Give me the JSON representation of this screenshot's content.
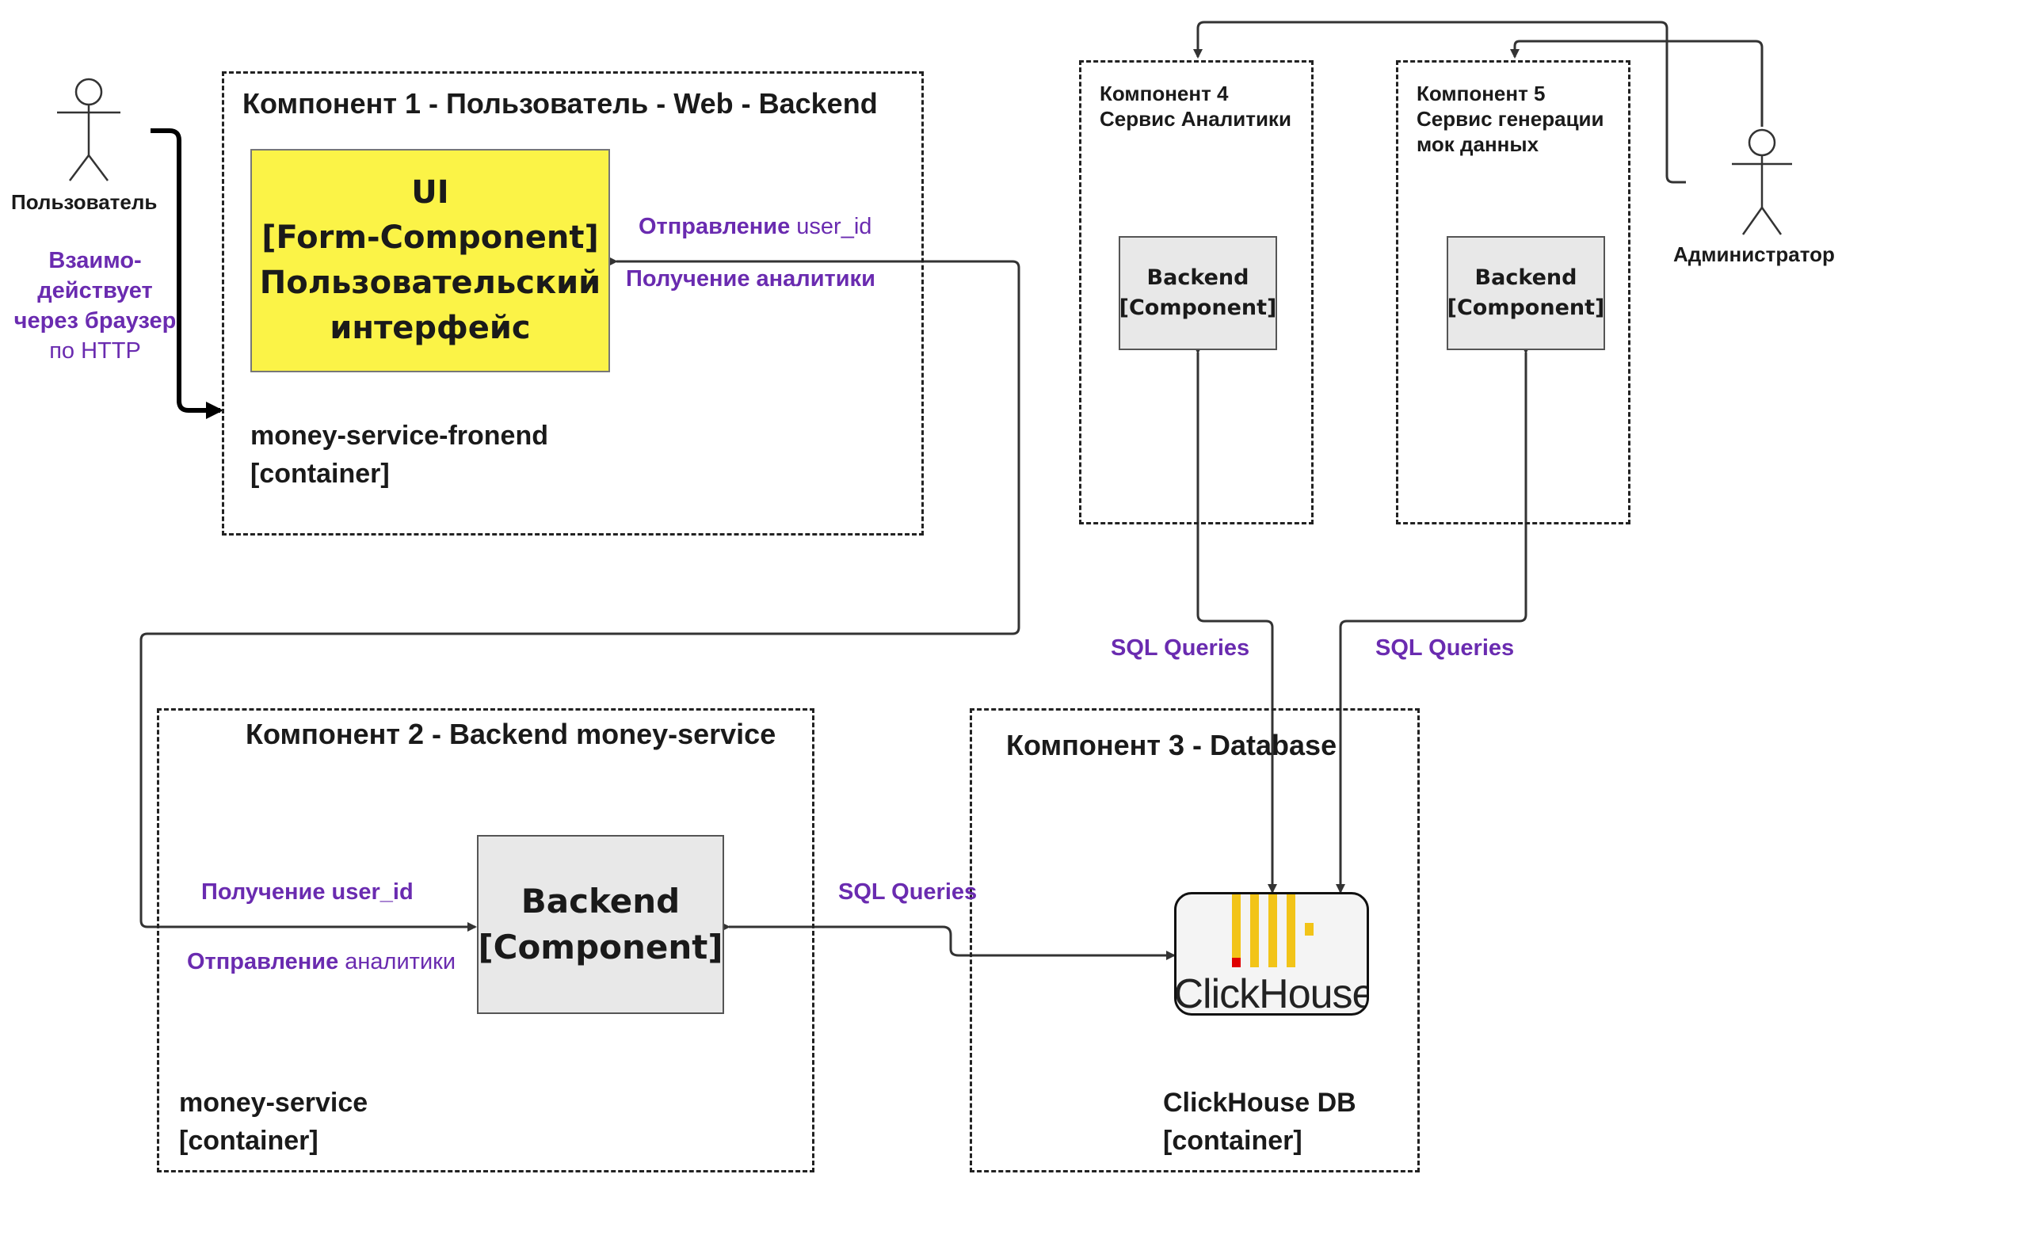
{
  "actors": {
    "user": "Пользователь",
    "admin": "Администратор"
  },
  "interaction": {
    "line1": "Взаимо-",
    "line2": "действует",
    "line3": "через браузер",
    "line4": "по HTTP"
  },
  "component1": {
    "title": "Компонент 1 - Пользователь - Web - Backend",
    "ui_label": "UI\n[Form-Component]\nПользовательский\nинтерфейс",
    "container_label": "money-service-fronend\n[container]",
    "send_bold": "Отправление",
    "send_plain": "user_id",
    "receive": "Получение аналитики"
  },
  "component2": {
    "title": "Компонент 2 - Backend money-service",
    "backend_label": "Backend\n[Component]",
    "receive": "Получение user_id",
    "send_bold": "Отправление",
    "send_plain": "аналитики",
    "container_label": "money-service\n[container]"
  },
  "component3": {
    "title": "Компонент 3 - Database",
    "logo_text": "ClickHouse",
    "container_label": "ClickHouse DB\n[container]",
    "sql_left": "SQL Queries"
  },
  "component4": {
    "title": "Компонент 4\nСервис Аналитики",
    "backend_label": "Backend\n[Component]",
    "sql": "SQL Queries"
  },
  "component5": {
    "title": "Компонент 5\nСервис генерации\nмок данных",
    "backend_label": "Backend\n[Component]",
    "sql": "SQL Queries"
  },
  "colors": {
    "accent": "#6a2bb0",
    "ui_fill": "#fbf347",
    "component_fill": "#e8e8e8",
    "logo_yellow": "#f2c418",
    "logo_red": "#e00000"
  }
}
